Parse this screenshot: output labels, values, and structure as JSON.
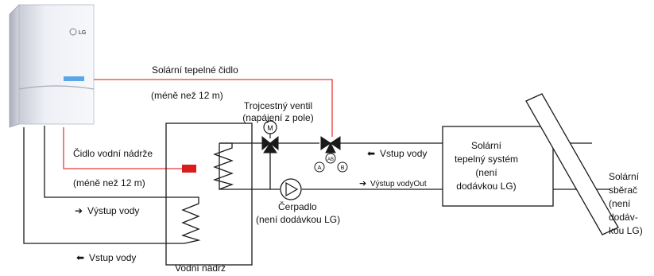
{
  "unit": {
    "brand": "LG"
  },
  "labels": {
    "solar_sensor": "Solární tepelné čidlo",
    "solar_sensor_dist": "(méně než 12 m)",
    "valve_line1": "Trojcestný ventil",
    "valve_line2": "(napájení z pole)",
    "motor_letter": "M",
    "valve_port_a": "A",
    "valve_port_b": "B",
    "valve_port_ab": "AB",
    "tank_sensor": "Čidlo vodní nádrže",
    "tank_sensor_dist": "(méně než 12 m)",
    "water_out": "Výstup vody",
    "water_in_bottom": "Vstup vody",
    "water_in_top": "Vstup vody",
    "water_out_system": "Výstup vodyOut",
    "pump_line1": "Čerpadlo",
    "pump_line2": "(není dodávkou LG)",
    "tank": "Vodní nádrž",
    "system_line1": "Solární",
    "system_line2": "tepelný systém",
    "system_line3": "(není",
    "system_line4": "dodávkou LG)",
    "collector_line1": "Solární",
    "collector_line2": "sběrač",
    "collector_line3": "(není",
    "collector_line4": "dodáv-",
    "collector_line5": "kou LG)"
  },
  "colors": {
    "sensor_wire": "#e83a3a",
    "sensor": "#d81d1d",
    "pipe": "#1a1a1a"
  }
}
